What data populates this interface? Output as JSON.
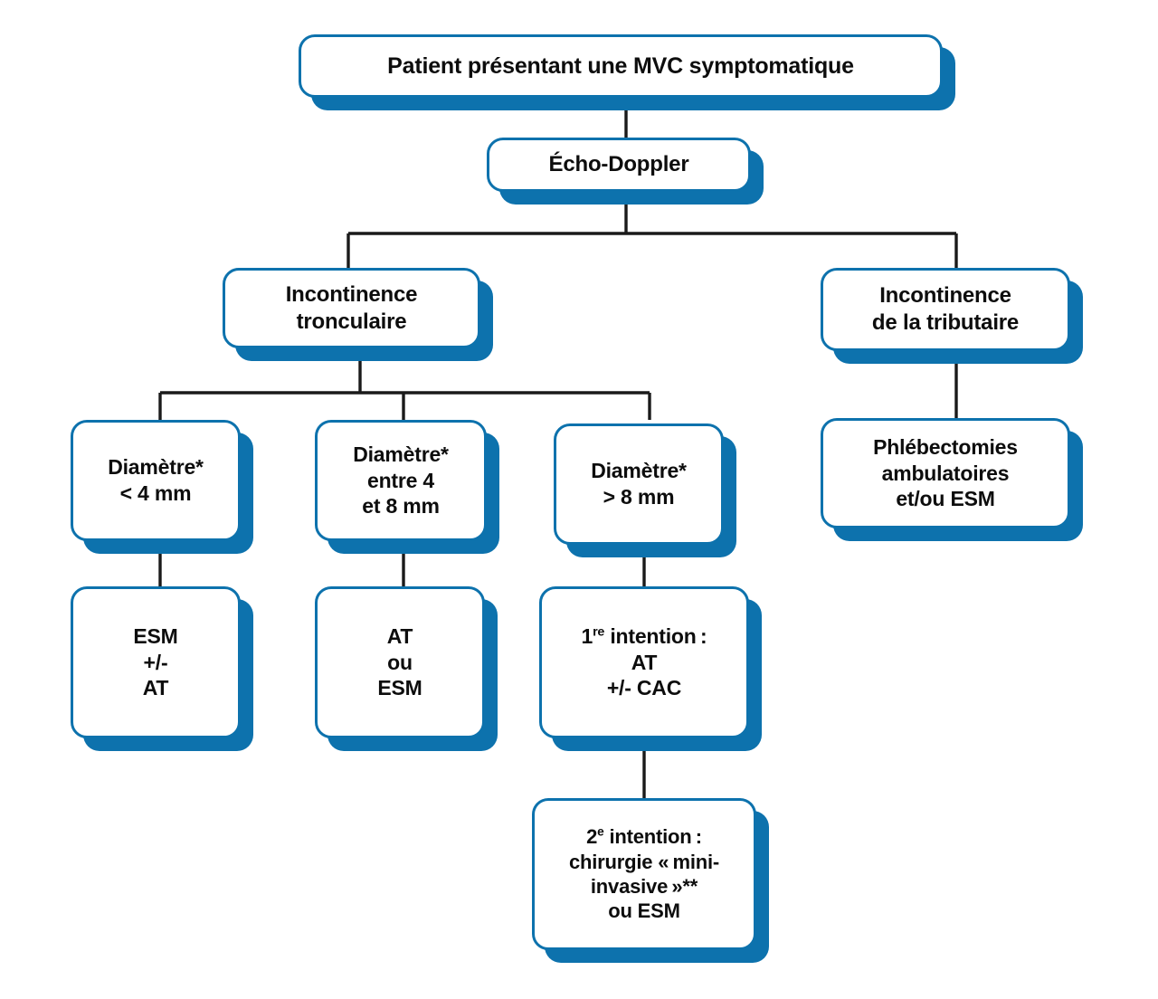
{
  "diagram": {
    "title": "Arbre décisionnel — prise en charge de la MVC symptomatique",
    "colors": {
      "accent": "#0d72ad",
      "box_fill": "#ffffff",
      "text": "#0d0d0d",
      "connector": "#1a1a1a",
      "background": "#ffffff"
    },
    "nodes": {
      "root": {
        "label": "Patient présentant une MVC symptomatique"
      },
      "echo": {
        "label": "Écho-Doppler"
      },
      "tronculaire": {
        "label": "Incontinence\ntronculaire"
      },
      "tributaire": {
        "label": "Incontinence\nde la tributaire"
      },
      "diam_lt4": {
        "label": "Diamètre*\n< 4 mm"
      },
      "diam_4_8": {
        "label": "Diamètre*\nentre 4\net 8 mm"
      },
      "diam_gt8": {
        "label": "Diamètre*\n> 8 mm"
      },
      "phlebectomies": {
        "label": "Phlébectomies\nambulatoires\net/ou ESM"
      },
      "esm_at": {
        "label": "ESM\n+/-\nAT"
      },
      "at_ou_esm": {
        "label": "AT\nou\nESM"
      },
      "intention1": {
        "prefix": "1",
        "sup": "re",
        "rest": " intention :",
        "lines": "AT\n+/- CAC"
      },
      "intention2": {
        "prefix": "2",
        "sup": "e",
        "rest": " intention :",
        "lines": "chirurgie « mini-\ninvasive »**\nou ESM"
      }
    }
  }
}
